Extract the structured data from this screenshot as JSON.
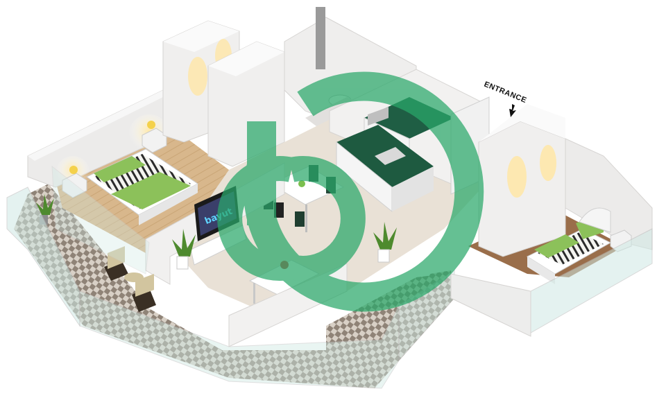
{
  "floorplan": {
    "entrance_label": "ENTRANCE",
    "tv_screen_text": "bayut"
  },
  "watermark": {
    "brand": "bayut",
    "color": "#2aa86a"
  },
  "colors": {
    "wall": "#ecebea",
    "floor_wood": "#d9b98f",
    "floor_tile": "#e9e1d6",
    "balcony_tile_dark": "#9a8d80",
    "bed_green": "#8cc15a",
    "counter_green": "#1f5e44",
    "glass": "#cfe9e4"
  }
}
